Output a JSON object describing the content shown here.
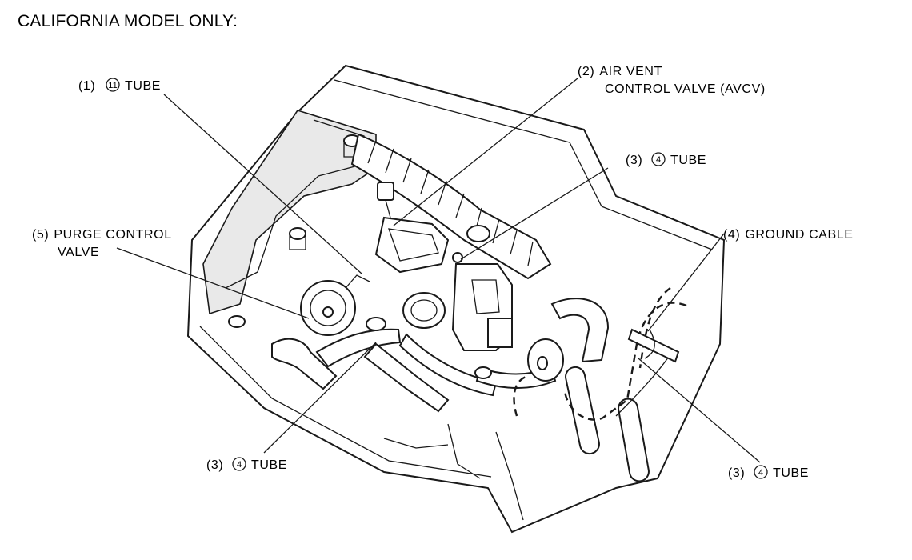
{
  "title": "CALIFORNIA MODEL ONLY:",
  "callouts": {
    "tube_11": {
      "index": "(1)",
      "circled": "11",
      "label": "TUBE"
    },
    "avcv": {
      "index": "(2)",
      "line1": "AIR VENT",
      "line2": "CONTROL VALVE (AVCV)"
    },
    "tube_4_top": {
      "index": "(3)",
      "circled": "4",
      "label": "TUBE"
    },
    "ground_cable": {
      "index": "(4)",
      "label": "GROUND CABLE"
    },
    "purge_valve": {
      "index": "(5)",
      "line1": "PURGE CONTROL",
      "line2": "VALVE"
    },
    "tube_4_bottom_left": {
      "index": "(3)",
      "circled": "4",
      "label": "TUBE"
    },
    "tube_4_bottom_right": {
      "index": "(3)",
      "circled": "4",
      "label": "TUBE"
    }
  }
}
